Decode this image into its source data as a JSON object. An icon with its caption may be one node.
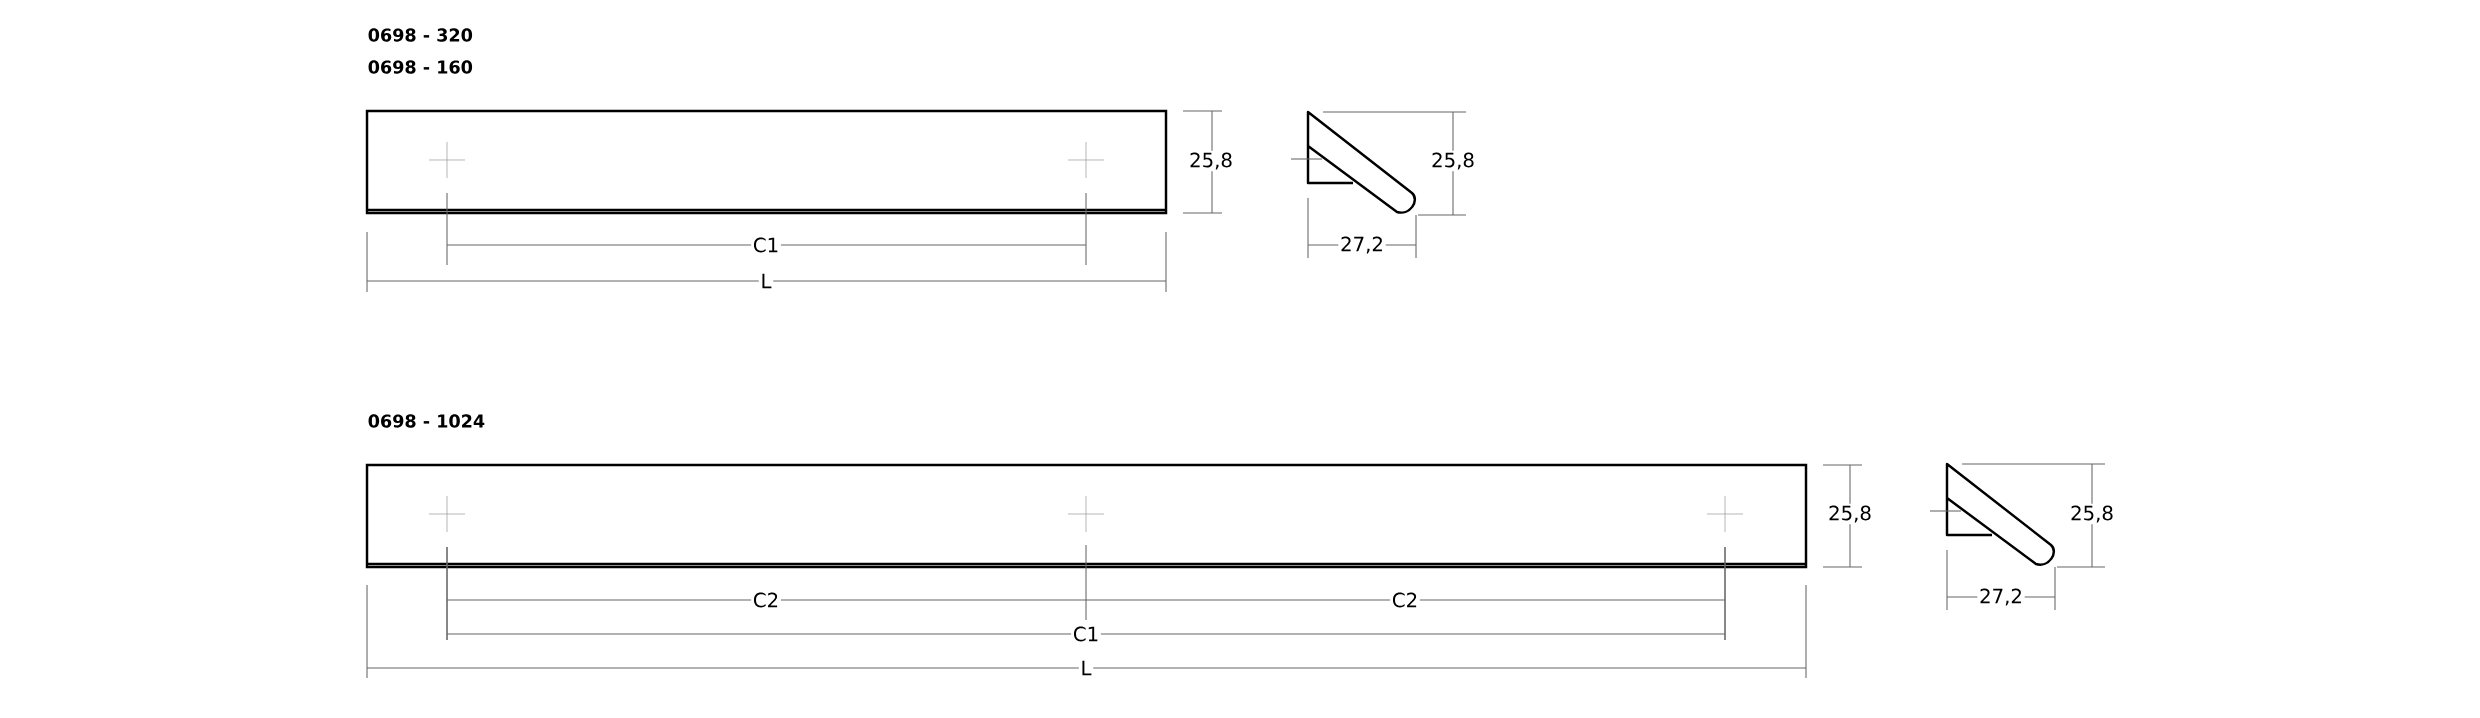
{
  "diagram": {
    "labels": [
      "0698 - 320",
      "0698 - 160",
      "25,8",
      "25,8",
      "C1",
      "27,2",
      "L",
      "0698 - 1024",
      "25,8",
      "25,8",
      "C2",
      "C2",
      "C1",
      "27,2",
      "L"
    ]
  }
}
